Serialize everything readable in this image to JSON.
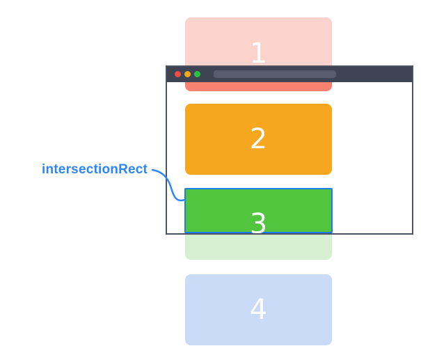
{
  "annotation": {
    "label": "intersectionRect",
    "color": "#2e86f6"
  },
  "browser_window": {
    "titlebar_color": "#3e4453",
    "urlbar_color": "#575d6c",
    "border_color": "#4c5260",
    "traffic_lights": [
      {
        "icon": "close-icon",
        "color": "#ee4b42"
      },
      {
        "icon": "minimize-icon",
        "color": "#f2a71c"
      },
      {
        "icon": "zoom-icon",
        "color": "#28c53c"
      }
    ]
  },
  "boxes": [
    {
      "label": "1",
      "state": "partially above viewport",
      "solid_color": "#f88170",
      "faded_color": "#fcd3cc"
    },
    {
      "label": "2",
      "state": "fully visible in viewport",
      "solid_color": "#f6a71f"
    },
    {
      "label": "3",
      "state": "intersecting viewport bottom edge",
      "solid_color": "#52c53f",
      "faded_color": "#d7efd1",
      "highlight_border_color": "#1a7cf0"
    },
    {
      "label": "4",
      "state": "below viewport",
      "faded_color": "#cadbf8"
    }
  ],
  "number_text_color": "#ffffff"
}
